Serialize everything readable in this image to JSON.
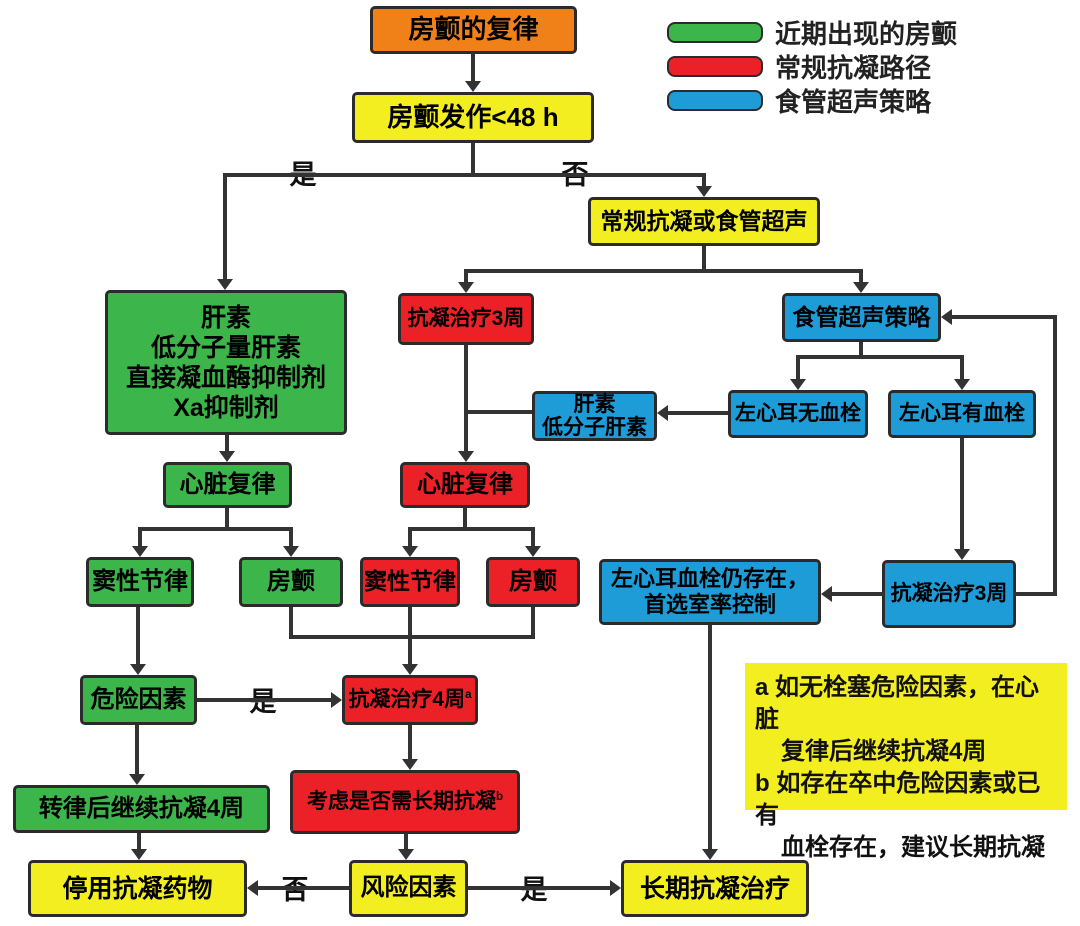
{
  "colors": {
    "recent_af_green": "#3cb54a",
    "conventional_anticoag_red": "#ec2027",
    "tee_strategy_blue": "#1e9cd7",
    "decision_yellow": "#f2ee20",
    "title_orange": "#f08119",
    "connector": "#333333"
  },
  "legend": {
    "items": [
      {
        "label": "近期出现的房颤",
        "color": "#3cb54a"
      },
      {
        "label": "常规抗凝路径",
        "color": "#ec2027"
      },
      {
        "label": "食管超声策略",
        "color": "#1e9cd7"
      }
    ]
  },
  "nodes": {
    "title": {
      "label": "房颤的复律"
    },
    "onset": {
      "label": "房颤发作<48 h"
    },
    "conventional_or_tee": {
      "label": "常规抗凝或食管超声"
    },
    "heparin_group": {
      "lines": [
        "肝素",
        "低分子量肝素",
        "直接凝血酶抑制剂",
        "Xa抑制剂"
      ]
    },
    "anticoag_3w_left": {
      "label": "抗凝治疗3周"
    },
    "tee_strategy": {
      "label": "食管超声策略"
    },
    "heparin_lmwh": {
      "lines": [
        "肝素",
        "低分子肝素"
      ]
    },
    "laa_no_thrombus": {
      "label": "左心耳无血栓"
    },
    "laa_thrombus": {
      "label": "左心耳有血栓"
    },
    "cardioversion_green": {
      "label": "心脏复律"
    },
    "cardioversion_red": {
      "label": "心脏复律"
    },
    "sinus_green": {
      "label": "窦性节律"
    },
    "af_green": {
      "label": "房颤"
    },
    "sinus_red": {
      "label": "窦性节律"
    },
    "af_red": {
      "label": "房颤"
    },
    "laa_thrombus_persist": {
      "lines": [
        "左心耳血栓仍存在，",
        "首选室率控制"
      ]
    },
    "anticoag_3w_right": {
      "label": "抗凝治疗3周"
    },
    "risk_factors_green": {
      "label": "危险因素"
    },
    "anticoag_4w": {
      "label": "抗凝治疗4周",
      "sup": "a"
    },
    "continue_4w": {
      "label": "转律后继续抗凝4周"
    },
    "consider_longterm": {
      "label": "考虑是否需长期抗凝",
      "sup": "b"
    },
    "stop_anticoag": {
      "label": "停用抗凝药物"
    },
    "risk_factors_yellow": {
      "label": "风险因素"
    },
    "longterm_anticoag": {
      "label": "长期抗凝治疗"
    }
  },
  "edge_labels": {
    "yes_top": "是",
    "no_top": "否",
    "yes_mid": "是",
    "no_bottom": "否",
    "yes_bottom": "是"
  },
  "note": {
    "lines": [
      "a 如无栓塞危险因素，在心脏",
      "复律后继续抗凝4周",
      "b 如存在卒中危险因素或已有",
      "血栓存在，建议长期抗凝"
    ]
  }
}
